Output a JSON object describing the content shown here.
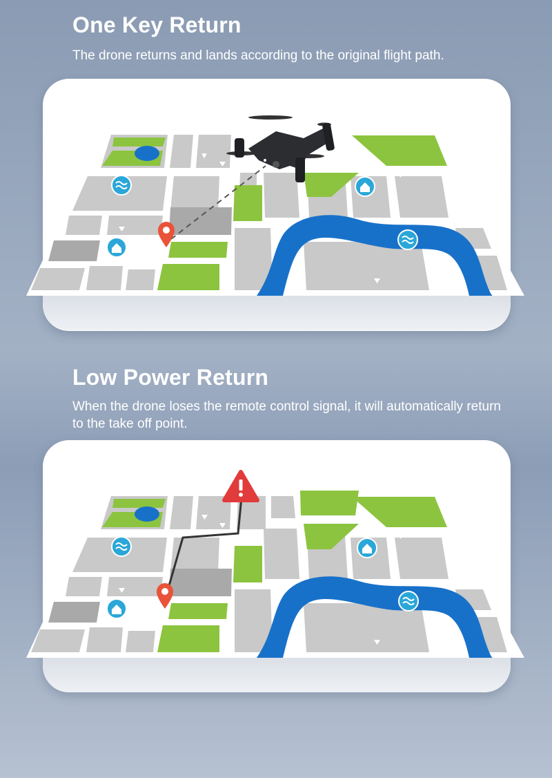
{
  "sections": [
    {
      "title": "One Key Return",
      "description": "The drone returns and lands according to the original flight path."
    },
    {
      "title": "Low Power Return",
      "description": "When the drone loses the remote control signal, it will automatically return to the take off point."
    }
  ],
  "colors": {
    "road": "#ffffff",
    "block": "#c9c9c9",
    "block_dark": "#a9a9a9",
    "park": "#8cc43f",
    "water": "#1871c9",
    "marker_red": "#e9533a",
    "pin_blue": "#2aa7d8",
    "alert_red": "#e23b3b"
  },
  "icons": [
    "home-icon",
    "water-wave-icon",
    "location-pin-icon",
    "alert-icon",
    "drone-icon",
    "arrow-icon"
  ]
}
